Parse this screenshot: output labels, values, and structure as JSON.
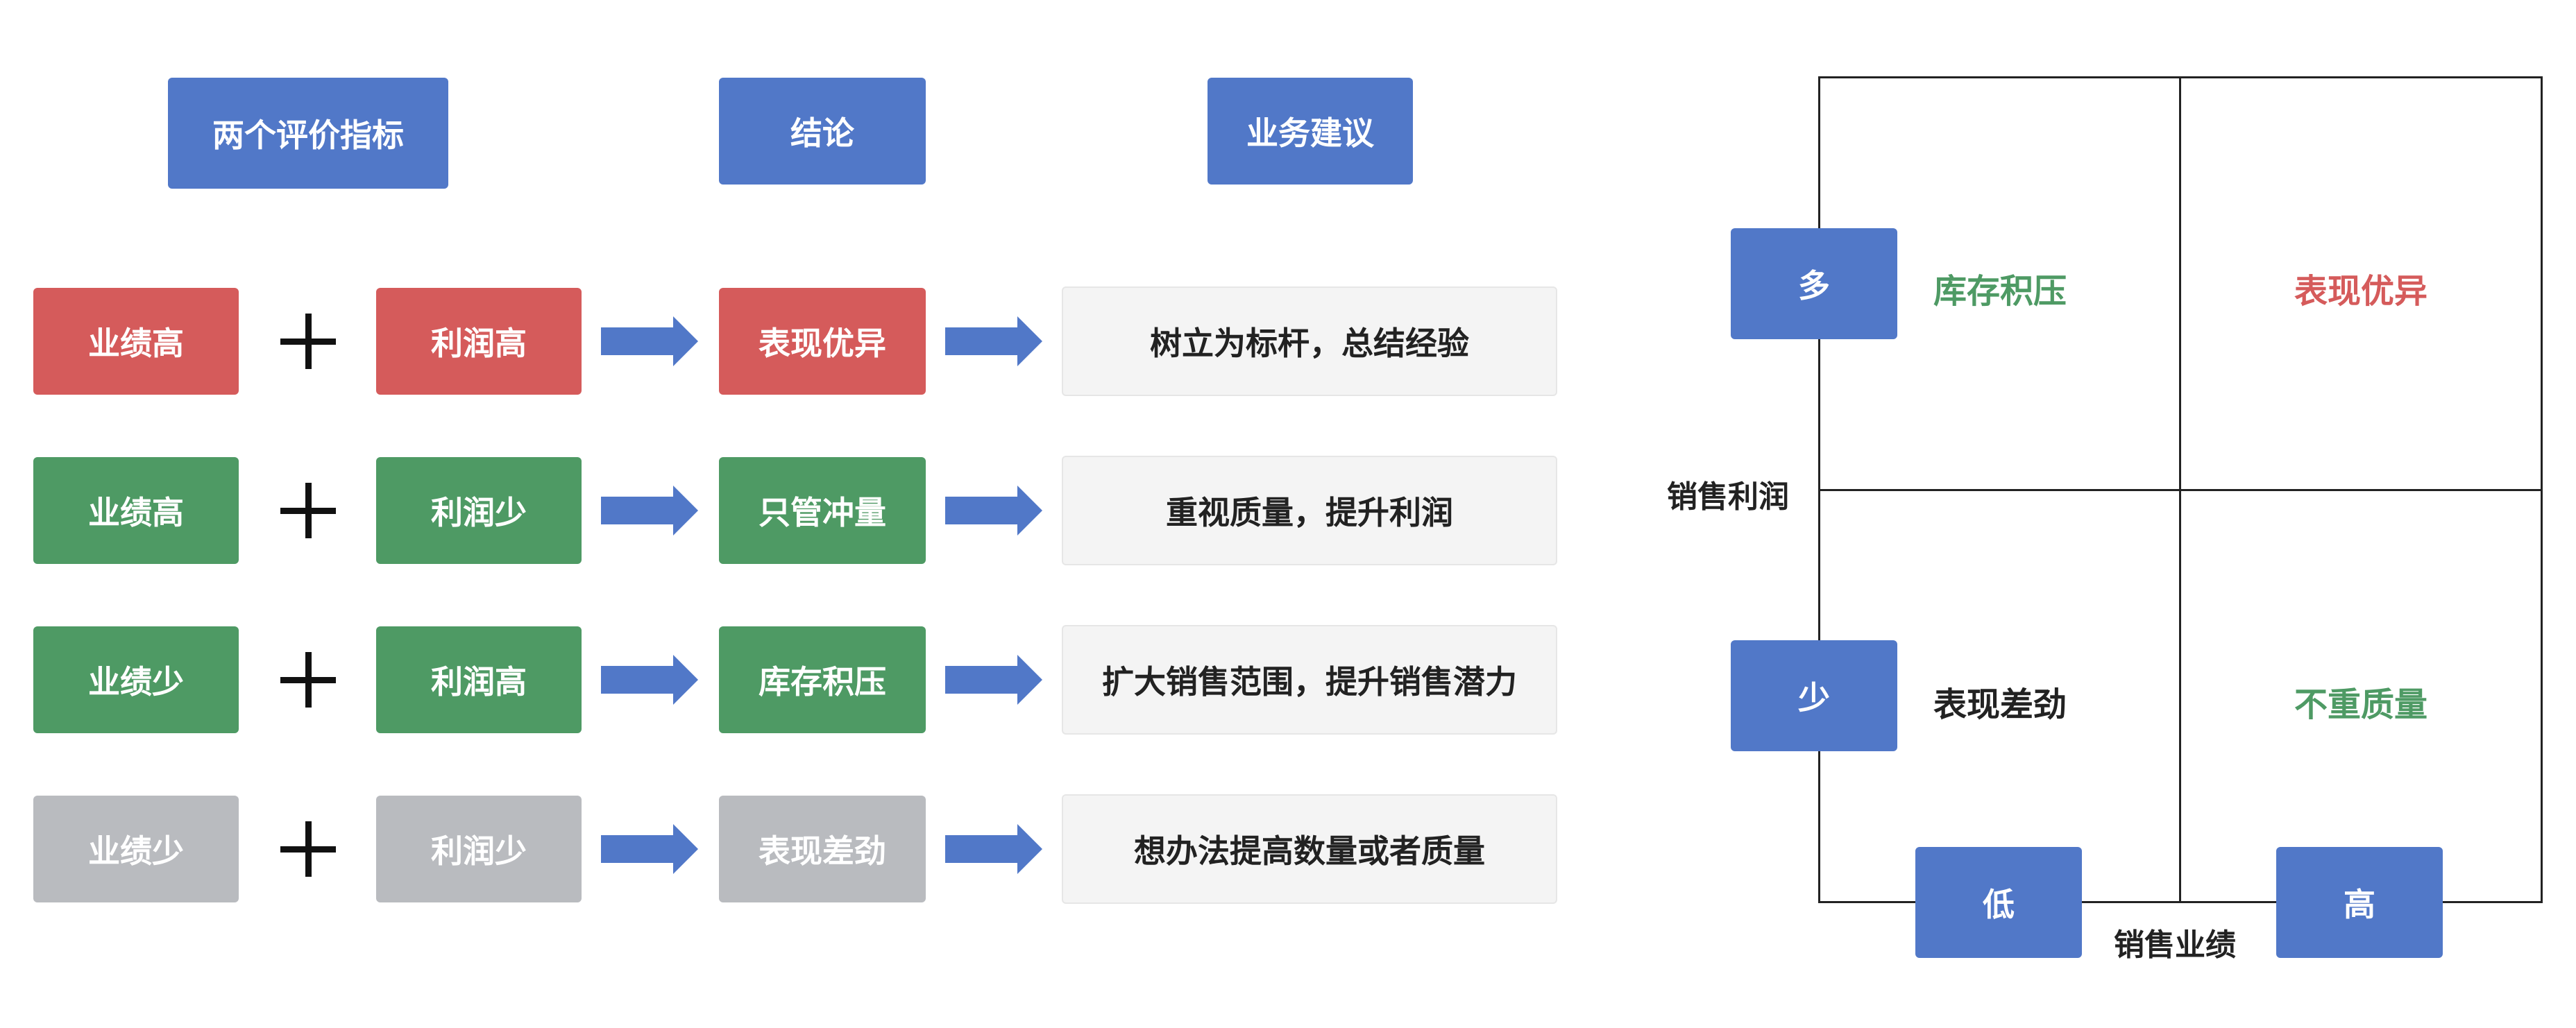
{
  "headers": [
    "两个评价指标",
    "结论",
    "业务建议"
  ],
  "rows": [
    {
      "indicator1": "业绩高",
      "indicator2": "利润高",
      "conclusion": "表现优异",
      "advice": "树立为标杆，总结经验",
      "color": "#d55b5b"
    },
    {
      "indicator1": "业绩高",
      "indicator2": "利润少",
      "conclusion": "只管冲量",
      "advice": "重视质量，提升利润",
      "color": "#4e9a64"
    },
    {
      "indicator1": "业绩少",
      "indicator2": "利润高",
      "conclusion": "库存积压",
      "advice": "扩大销售范围，提升销售潜力",
      "color": "#4e9a64"
    },
    {
      "indicator1": "业绩少",
      "indicator2": "利润少",
      "conclusion": "表现差劲",
      "advice": "想办法提高数量或者质量",
      "color": "#b9bbbf"
    }
  ],
  "matrix": {
    "y_axis_label": "销售利润",
    "x_axis_label": "销售业绩",
    "y_high": "多",
    "y_low": "少",
    "x_low": "低",
    "x_high": "高",
    "quadrants": {
      "top_left": {
        "text": "库存积压",
        "color": "#4e9a64"
      },
      "top_right": {
        "text": "表现优异",
        "color": "#d55b5b"
      },
      "bottom_left": {
        "text": "表现差劲",
        "color": "#222222"
      },
      "bottom_right": {
        "text": "不重质量",
        "color": "#4e9a64"
      }
    }
  },
  "colors": {
    "accent_blue": "#5178c8",
    "red": "#d55b5b",
    "green": "#4e9a64",
    "gray": "#b9bbbf"
  }
}
